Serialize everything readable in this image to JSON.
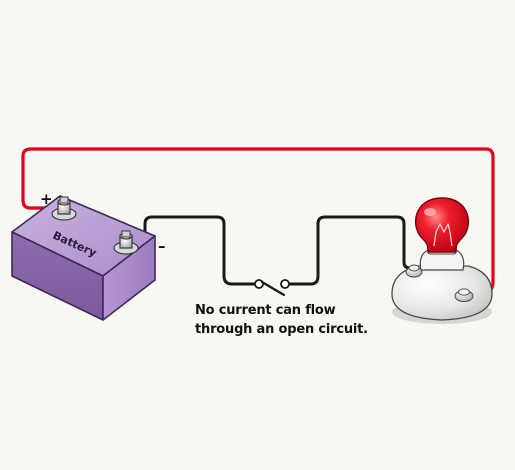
{
  "diagram": {
    "battery_label": "Battery",
    "positive_sign": "+",
    "negative_sign": "–",
    "caption_lines": [
      "No current can flow",
      "through an open circuit."
    ],
    "colors": {
      "positive_wire": "#e3001b",
      "negative_wire": "#1a1a1a",
      "battery_body": "#9c7cbc",
      "bulb_glass": "#e8142a",
      "background": "#f7f7f3"
    },
    "icons": [
      "battery-icon",
      "open-switch-icon",
      "light-bulb-icon"
    ]
  }
}
